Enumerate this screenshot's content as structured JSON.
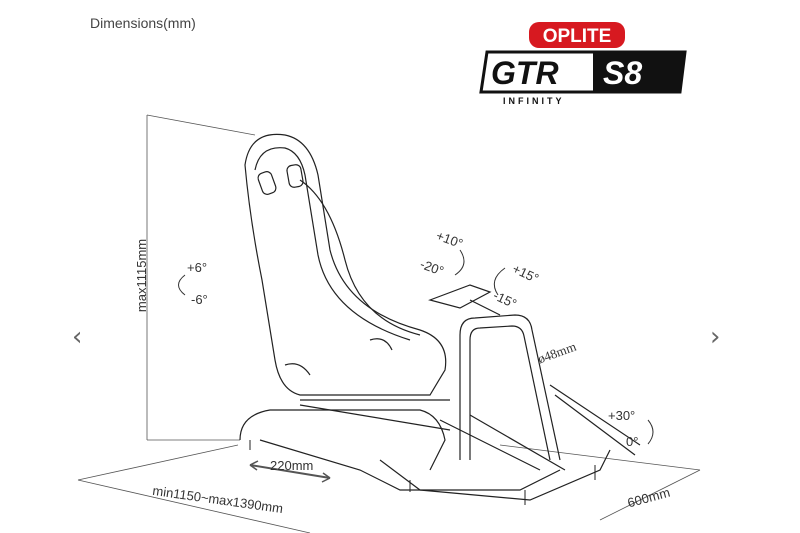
{
  "title": "Dimensions(mm)",
  "logo": {
    "brand": "OPLITE",
    "model": "GTR",
    "variant": "S8",
    "edition": "INFINITY",
    "brand_color": "#d71920"
  },
  "dimensions": {
    "height": "max1115mm",
    "length": "min1150~max1390mm",
    "width": "600mm",
    "seat_slide": "220mm",
    "tube": "ø48mm"
  },
  "angles": {
    "seat_up": "+6°",
    "seat_down": "-6°",
    "wheel_up": "+10°",
    "wheel_down": "-20°",
    "shifter_up": "+15°",
    "shifter_down": "-15°",
    "pedal_up": "+30°",
    "pedal_down": "0°"
  },
  "nav": {
    "prev": "‹",
    "next": "›"
  }
}
